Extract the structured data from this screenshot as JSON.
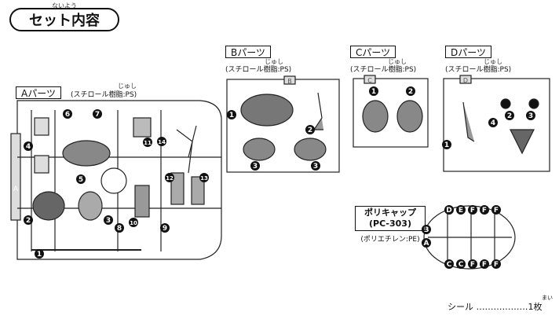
{
  "title": {
    "text": "セット内容",
    "ruby": "ないよう"
  },
  "parts": {
    "A": {
      "label": "Aパーツ",
      "material": "(スチロール樹脂:PS)",
      "ruby": "じゅし"
    },
    "B": {
      "label": "Bパーツ",
      "material": "(スチロール樹脂:PS)",
      "ruby": "じゅし"
    },
    "C": {
      "label": "Cパーツ",
      "material": "(スチロール樹脂:PS)",
      "ruby": "じゅし"
    },
    "D": {
      "label": "Dパーツ",
      "material": "(スチロール樹脂:PS)",
      "ruby": "じゅし"
    }
  },
  "runner_tags": {
    "A": "A",
    "B": "B",
    "C": "C",
    "D": "D"
  },
  "polycap": {
    "name": "ポリキャップ",
    "code": "(PC-303)",
    "material": "(ポリエチレン:PE)",
    "top_letters": [
      "D",
      "E",
      "F",
      "F",
      "F"
    ],
    "bottom_letters": [
      "C",
      "C",
      "F",
      "F",
      "F"
    ],
    "side_letters": [
      "B",
      "A"
    ]
  },
  "seal": {
    "label": "シール ………………1枚",
    "ruby": "まい"
  },
  "numbers": {
    "A": [
      "1",
      "2",
      "3",
      "4",
      "5",
      "6",
      "7",
      "8",
      "9",
      "10",
      "11",
      "12",
      "13",
      "14"
    ],
    "B": [
      "1",
      "2",
      "3",
      "3"
    ],
    "C": [
      "1",
      "2"
    ],
    "D": [
      "1",
      "2",
      "3",
      "4"
    ]
  }
}
